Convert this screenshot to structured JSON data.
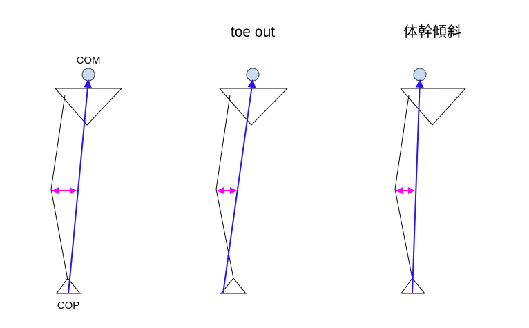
{
  "diagram": {
    "colors": {
      "outline": "#000000",
      "head_fill": "#c9dcef",
      "head_stroke": "#3a3a3a",
      "gravity_line": "#2b14f0",
      "offset_arrow": "#ff00ff"
    },
    "labels": {
      "com": "COM",
      "cop": "COP"
    },
    "panels": [
      {
        "title": ""
      },
      {
        "title": "toe out"
      },
      {
        "title": "体幹傾斜"
      }
    ]
  }
}
